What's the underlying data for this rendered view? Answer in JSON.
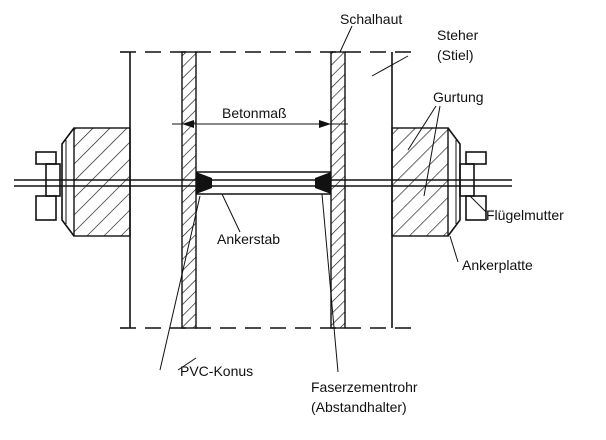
{
  "labels": {
    "schalhaut": "Schalhaut",
    "steher_1": "Steher",
    "steher_2": "(Stiel)",
    "gurtung": "Gurtung",
    "betonmass": "Betonmaß",
    "fluegelmutter": "Flügelmutter",
    "ankerstab": "Ankerstab",
    "ankerplatte": "Ankerplatte",
    "pvc_konus": "PVC-Konus",
    "faserzementrohr_1": "Faserzementrohr",
    "faserzementrohr_2": "(Abstandhalter)"
  }
}
